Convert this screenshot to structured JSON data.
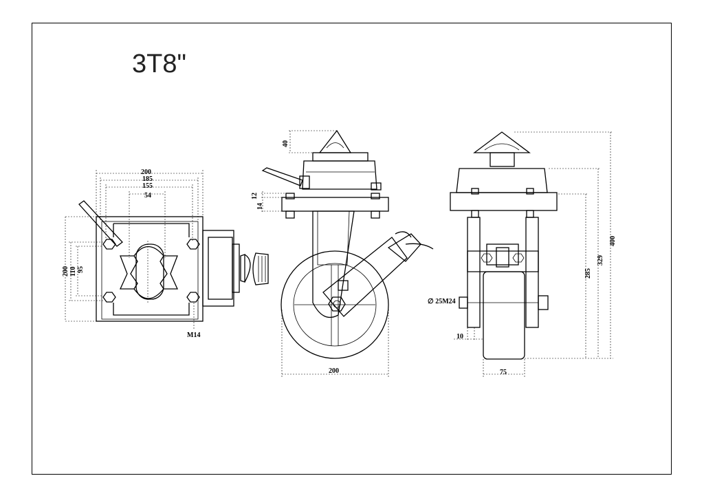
{
  "title": "3T8\"",
  "dims": {
    "top_w200": "200",
    "top_w185": "185",
    "top_w155": "155",
    "top_w54": "54",
    "top_h200": "200",
    "top_h110": "110",
    "top_h95": "95",
    "top_m14": "M14",
    "side_h40": "40",
    "side_h12": "12",
    "side_h14": "14",
    "side_w200": "200",
    "front_h400": "400",
    "front_h329": "329",
    "front_h285": "285",
    "front_axle": "∅ 25M24",
    "front_w10": "10",
    "front_w75": "75"
  }
}
